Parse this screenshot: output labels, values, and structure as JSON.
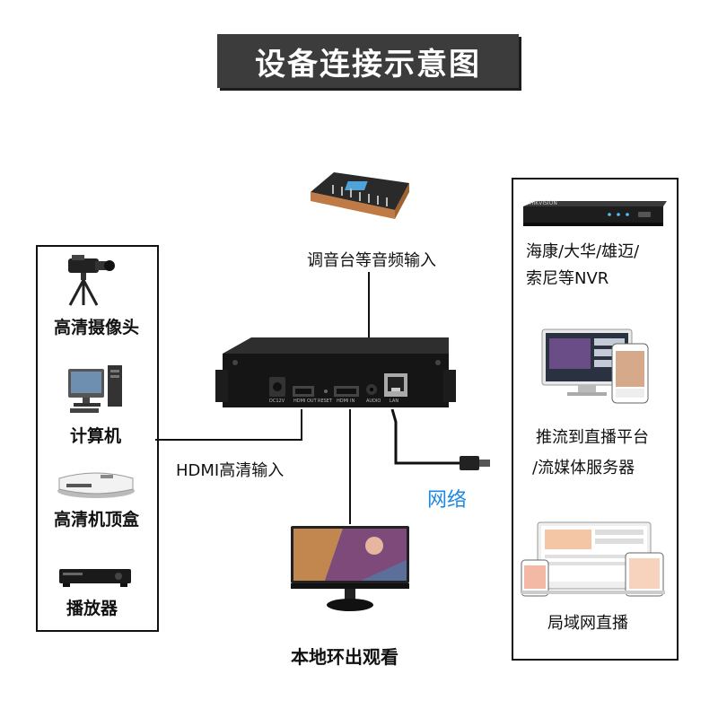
{
  "title": "设备连接示意图",
  "left_devices": [
    {
      "label": "高清摄像头",
      "icon": "camera-icon"
    },
    {
      "label": "计算机",
      "icon": "computer-icon"
    },
    {
      "label": "高清机顶盒",
      "icon": "set-top-box-icon"
    },
    {
      "label": "播放器",
      "icon": "media-player-icon"
    }
  ],
  "right_devices": [
    {
      "lines": [
        "海康/大华/雄迈/",
        "索尼等NVR"
      ],
      "icon": "nvr-icon"
    },
    {
      "lines": [
        "推流到直播平台",
        "/流媒体服务器"
      ],
      "icon": "streaming-platform-icon"
    },
    {
      "lines": [
        "局域网直播"
      ],
      "icon": "lan-live-icon"
    }
  ],
  "audio_mixer_label": "调音台等音频输入",
  "hdmi_input_label": "HDMI高清输入",
  "network_label": "网络",
  "monitor_label": "本地环出观看",
  "encoder_ports": {
    "dc": "DC12V",
    "hdmi_out": "HDMI OUT",
    "reset": "RESET",
    "hdmi_in": "HDMI IN",
    "audio": "AUDIO",
    "lan": "LAN"
  },
  "nvr_brand": "HIKVISION",
  "colors": {
    "network": "#1e88e5",
    "title_bg": "#3c3c3c"
  }
}
